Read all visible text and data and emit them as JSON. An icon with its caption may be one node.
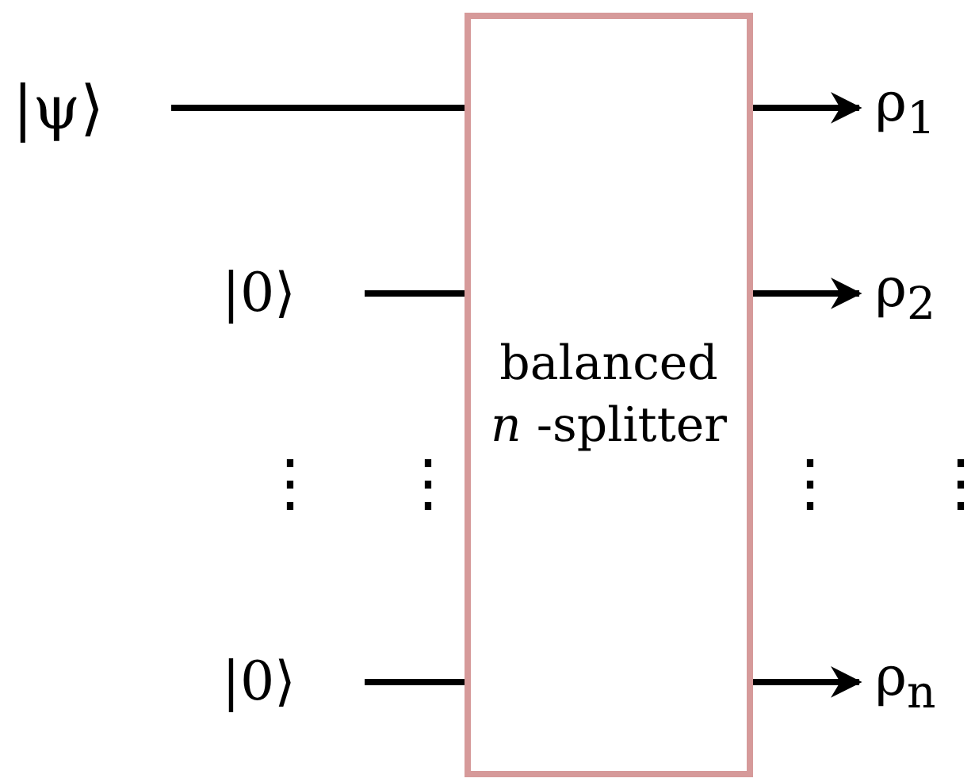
{
  "diagram": {
    "nodes": [
      {
        "text": [
          "balanced *n* -splitter"
        ]
      },
      {
        "text": [
          "|ψ⟩"
        ]
      },
      {
        "text": [
          "|0⟩"
        ]
      },
      {
        "text": [
          "|0⟩"
        ]
      },
      {
        "text": [
          "ρ$_{1}$"
        ]
      },
      {
        "text": [
          "ρ$_{2}$"
        ]
      },
      {
        "text": [
          "ρ$_{n}$"
        ]
      }
    ],
    "edges": [
      {
        "from": 1,
        "to": 0,
        "arrow": "none"
      },
      {
        "from": 2,
        "to": 0,
        "arrow": "none"
      },
      {
        "from": 3,
        "to": 0,
        "arrow": "none"
      },
      {
        "from": 0,
        "to": 4,
        "arrow": "to"
      },
      {
        "from": 0,
        "to": 5,
        "arrow": "to"
      },
      {
        "from": 0,
        "to": 6,
        "arrow": "to"
      }
    ],
    "labels": [
      "⋮",
      "⋮",
      "⋮",
      "⋮"
    ]
  }
}
